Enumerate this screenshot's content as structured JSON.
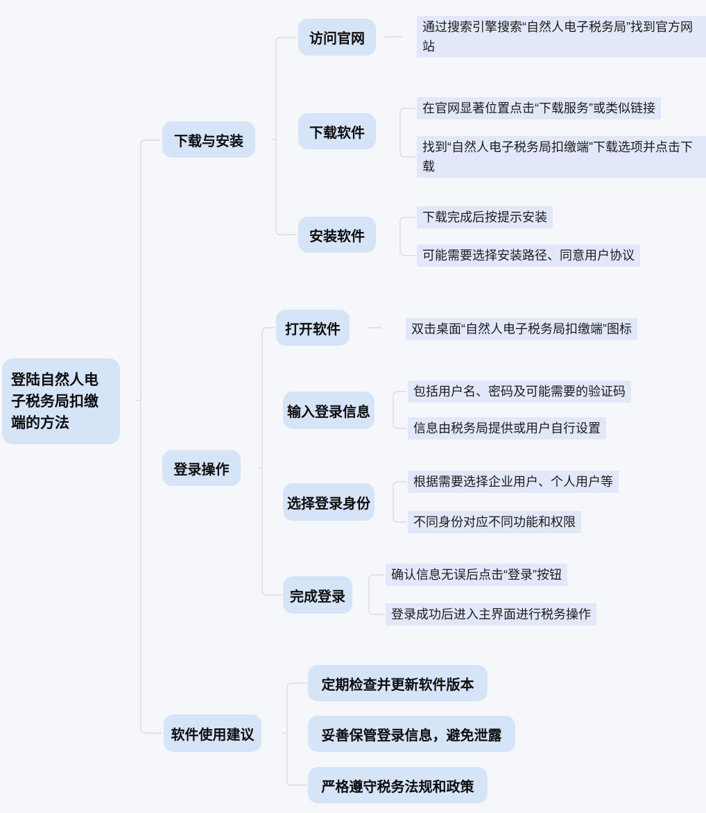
{
  "mindmap": {
    "title": "登陆自然人电子税务局扣缴端的方法mind map",
    "root": {
      "label": "登陆自然人电子税务局扣缴端的方法"
    },
    "branches": [
      {
        "label": "下载与安装",
        "children": [
          {
            "label": "访问官网",
            "leaves": [
              "通过搜索引擎搜索“自然人电子税务局”找到官方网站"
            ]
          },
          {
            "label": "下载软件",
            "leaves": [
              "在官网显著位置点击“下载服务”或类似链接",
              "找到“自然人电子税务局扣缴端”下载选项并点击下载"
            ]
          },
          {
            "label": "安装软件",
            "leaves": [
              "下载完成后按提示安装",
              "可能需要选择安装路径、同意用户协议"
            ]
          }
        ]
      },
      {
        "label": "登录操作",
        "children": [
          {
            "label": "打开软件",
            "leaves": [
              "双击桌面“自然人电子税务局扣缴端”图标"
            ]
          },
          {
            "label": "输入登录信息",
            "leaves": [
              "包括用户名、密码及可能需要的验证码",
              "信息由税务局提供或用户自行设置"
            ]
          },
          {
            "label": "选择登录身份",
            "leaves": [
              "根据需要选择企业用户、个人用户等",
              "不同身份对应不同功能和权限"
            ]
          },
          {
            "label": "完成登录",
            "leaves": [
              "确认信息无误后点击“登录”按钮",
              "登录成功后进入主界面进行税务操作"
            ]
          }
        ]
      },
      {
        "label": "软件使用建议",
        "children": [
          {
            "label": "定期检查并更新软件版本",
            "leaves": []
          },
          {
            "label": "妥善保管登录信息，避免泄露",
            "leaves": []
          },
          {
            "label": "严格遵守税务法规和政策",
            "leaves": []
          }
        ]
      }
    ],
    "colors": {
      "page_bg": "#f5f7fa",
      "node_bg": "#d6e4f8",
      "leaf_bg": "#e2e8f9",
      "connector": "#d9dce1",
      "text": "#0d0d0d"
    }
  }
}
